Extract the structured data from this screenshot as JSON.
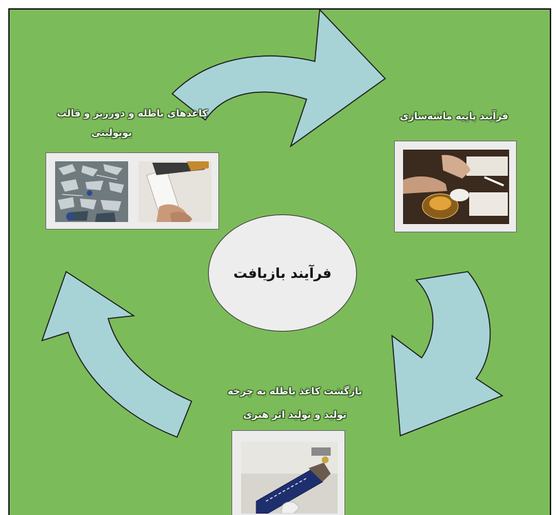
{
  "center": {
    "label": "فرآیند بازیافت"
  },
  "stages": {
    "top_left": {
      "line1": "کاغذهای باطله و دورریز و قالب",
      "line2": "یونولیتی"
    },
    "top_right": {
      "line1": "فرآیند پاپیه ماشه‌سازی"
    },
    "bottom": {
      "line1": "بازگشت کاغذ باطله به چرخه",
      "line2": "تولید و تولید اثر هنری"
    }
  },
  "colors": {
    "background": "#7cbb5a",
    "arrow_fill": "#a7d3d7",
    "ellipse_fill": "#ededed",
    "card_fill": "#ececec"
  },
  "photos": {
    "waste_paper": "shredded-waste-paper-photo",
    "foam_mold": "hand-cutting-foam-photo",
    "papier_mache": "papier-mache-process-photo",
    "artwork": "paper-artwork-photo"
  }
}
